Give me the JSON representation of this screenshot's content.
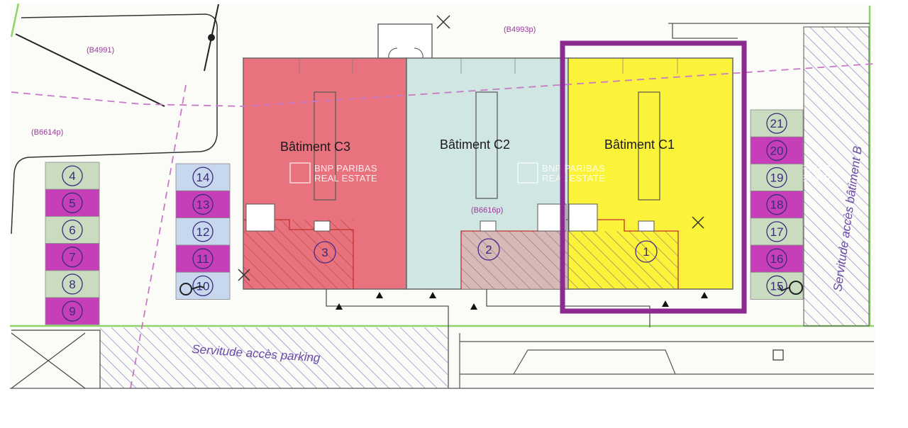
{
  "parcels": [
    "(B4991)",
    "(B4993p)",
    "(B6614p)",
    "(B6616p)"
  ],
  "buildings": [
    {
      "name": "Bâtiment  C3",
      "unit": "3",
      "color": "#e8737e"
    },
    {
      "name": "Bâtiment  C2",
      "unit": "2",
      "color": "#cfe6e3"
    },
    {
      "name": "Bâtiment  C1",
      "unit": "1",
      "color": "#fbf23a"
    }
  ],
  "parking_left_a": [
    "4",
    "5",
    "6",
    "7",
    "8",
    "9"
  ],
  "parking_left_b": [
    "14",
    "13",
    "12",
    "11",
    "10"
  ],
  "parking_right": [
    "21",
    "20",
    "19",
    "18",
    "17",
    "16",
    "15"
  ],
  "watermark": [
    "BNP PARIBAS",
    "REAL ESTATE"
  ],
  "servitudes": [
    "Servitude accès parking",
    "Servitude accès bâtiment B"
  ],
  "colors": {
    "highlight": "#8b2a8f",
    "parking_magenta": "#c63fb8",
    "parking_green": "#c9dcc0",
    "parking_blue": "#c7d8ee",
    "boundary_green": "#8fd46a",
    "dashed_line": "#c97ac6"
  }
}
